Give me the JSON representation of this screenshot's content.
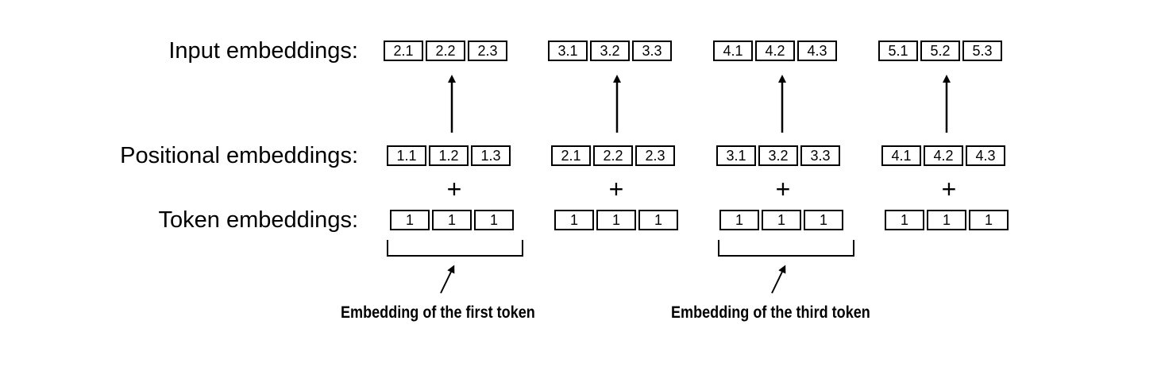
{
  "rows": {
    "input": {
      "label": "Input embeddings:",
      "tokens": [
        [
          "2.1",
          "2.2",
          "2.3"
        ],
        [
          "3.1",
          "3.2",
          "3.3"
        ],
        [
          "4.1",
          "4.2",
          "4.3"
        ],
        [
          "5.1",
          "5.2",
          "5.3"
        ]
      ]
    },
    "positional": {
      "label": "Positional embeddings:",
      "tokens": [
        [
          "1.1",
          "1.2",
          "1.3"
        ],
        [
          "2.1",
          "2.2",
          "2.3"
        ],
        [
          "3.1",
          "3.2",
          "3.3"
        ],
        [
          "4.1",
          "4.2",
          "4.3"
        ]
      ]
    },
    "token": {
      "label": "Token embeddings:",
      "tokens": [
        [
          "1",
          "1",
          "1"
        ],
        [
          "1",
          "1",
          "1"
        ],
        [
          "1",
          "1",
          "1"
        ],
        [
          "1",
          "1",
          "1"
        ]
      ]
    }
  },
  "plus_symbol": "+",
  "annotations": {
    "first": "Embedding of the first token",
    "third": "Embedding of the third token"
  },
  "colors": {
    "line": "#000000",
    "background": "#ffffff"
  }
}
